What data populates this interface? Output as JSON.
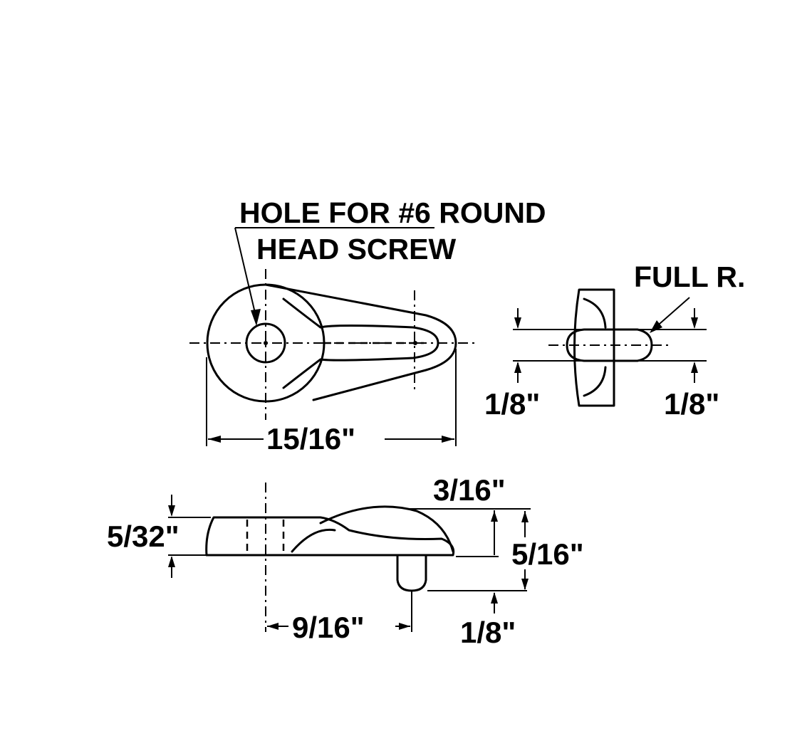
{
  "notes": {
    "hole_line1": "HOLE FOR #6 ROUND",
    "hole_line2": "HEAD SCREW",
    "full_radius": "FULL R."
  },
  "dimensions": {
    "overall_length": "15/16\"",
    "pin_left": "1/8\"",
    "pin_right": "1/8\"",
    "thickness": "5/32\"",
    "top_height": "3/16\"",
    "total_height": "5/16\"",
    "hole_to_pin": "9/16\"",
    "pin_length": "1/8\""
  },
  "colors": {
    "ink": "#000000",
    "paper": "#ffffff"
  }
}
